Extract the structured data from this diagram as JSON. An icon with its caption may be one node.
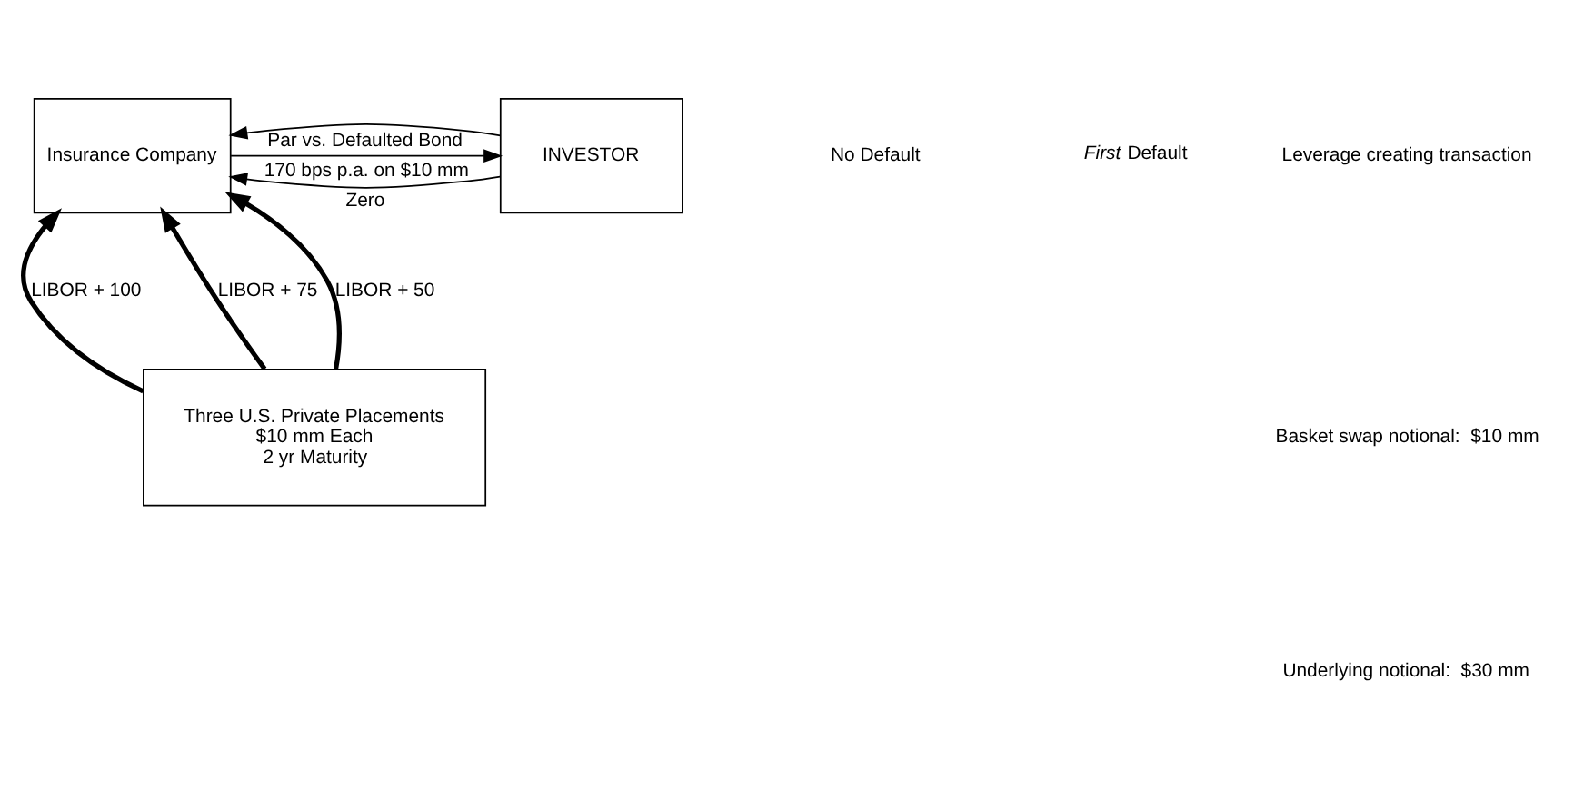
{
  "diagram": {
    "nodes": [
      {
        "text": [
          "Insurance Company"
        ]
      },
      {
        "text": [
          "INVESTOR"
        ]
      },
      {
        "text": [
          "Three U.S. Private Placements",
          "$10 mm Each",
          "2 yr Maturity"
        ]
      }
    ],
    "edges": [
      {
        "from": 0,
        "to": 1,
        "arrow": "to",
        "label": "170 bps p.a. on $10 mm"
      },
      {
        "from": 1,
        "to": 0,
        "arrow": "to",
        "label": "Zero"
      },
      {
        "from": 1,
        "to": 0,
        "arrow": "to",
        "label": "Par vs. Defaulted Bond"
      },
      {
        "from": 2,
        "to": 0,
        "arrow": "to",
        "label": "LIBOR + 100",
        "style": "thick"
      },
      {
        "from": 2,
        "to": 0,
        "arrow": "to",
        "label": "LIBOR + 75",
        "style": "thick"
      },
      {
        "from": 2,
        "to": 0,
        "arrow": "to",
        "label": "LIBOR + 50",
        "style": "thick"
      }
    ],
    "labels": [
      "No Default",
      "*First* Default",
      "Leverage creating transaction",
      "Basket swap notional:  $10 mm",
      "Underlying notional:  $30 mm"
    ]
  }
}
